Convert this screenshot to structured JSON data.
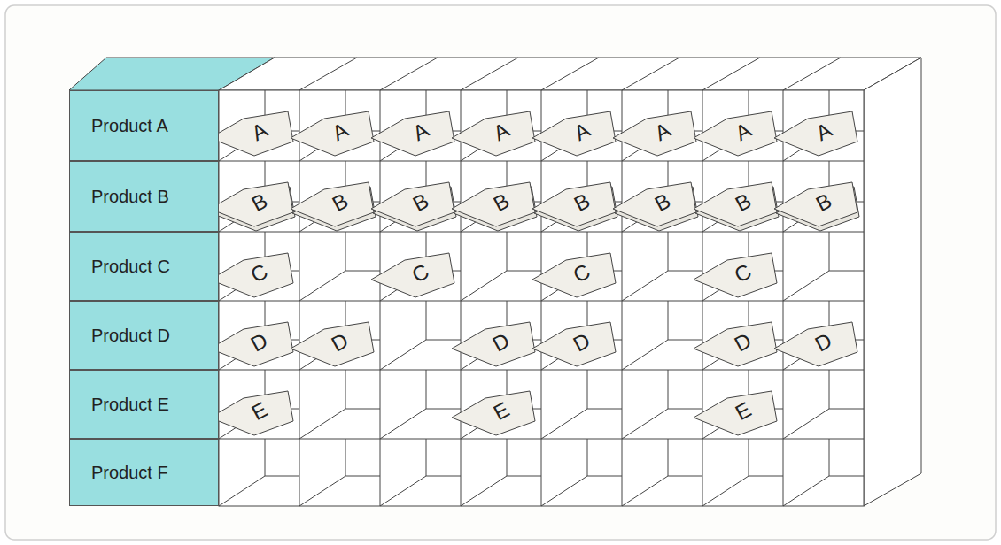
{
  "diagram": {
    "nodes": [
      {
        "text": [
          "Product A"
        ]
      },
      {
        "text": [
          "A"
        ]
      },
      {
        "text": [
          "A"
        ]
      },
      {
        "text": [
          "A"
        ]
      },
      {
        "text": [
          "A"
        ]
      },
      {
        "text": [
          "A"
        ]
      },
      {
        "text": [
          "A"
        ]
      },
      {
        "text": [
          "A"
        ]
      },
      {
        "text": [
          "A"
        ]
      },
      {
        "text": [
          "Product B"
        ]
      },
      {
        "text": [
          "B"
        ]
      },
      {
        "text": [
          "B"
        ]
      },
      {
        "text": [
          "B"
        ]
      },
      {
        "text": [
          "B"
        ]
      },
      {
        "text": [
          "B"
        ]
      },
      {
        "text": [
          "B"
        ]
      },
      {
        "text": [
          "B"
        ]
      },
      {
        "text": [
          "B"
        ]
      },
      {
        "text": [
          "Product C"
        ]
      },
      {
        "text": [
          "C"
        ]
      },
      {
        "text": [
          "C"
        ]
      },
      {
        "text": [
          "C"
        ]
      },
      {
        "text": [
          "C"
        ]
      },
      {
        "text": [
          "Product D"
        ]
      },
      {
        "text": [
          "D"
        ]
      },
      {
        "text": [
          "D"
        ]
      },
      {
        "text": [
          "D"
        ]
      },
      {
        "text": [
          "D"
        ]
      },
      {
        "text": [
          "D"
        ]
      },
      {
        "text": [
          "D"
        ]
      },
      {
        "text": [
          "Product E"
        ]
      },
      {
        "text": [
          "E"
        ]
      },
      {
        "text": [
          "E"
        ]
      },
      {
        "text": [
          "E"
        ]
      },
      {
        "text": [
          "Product F"
        ]
      }
    ]
  }
}
